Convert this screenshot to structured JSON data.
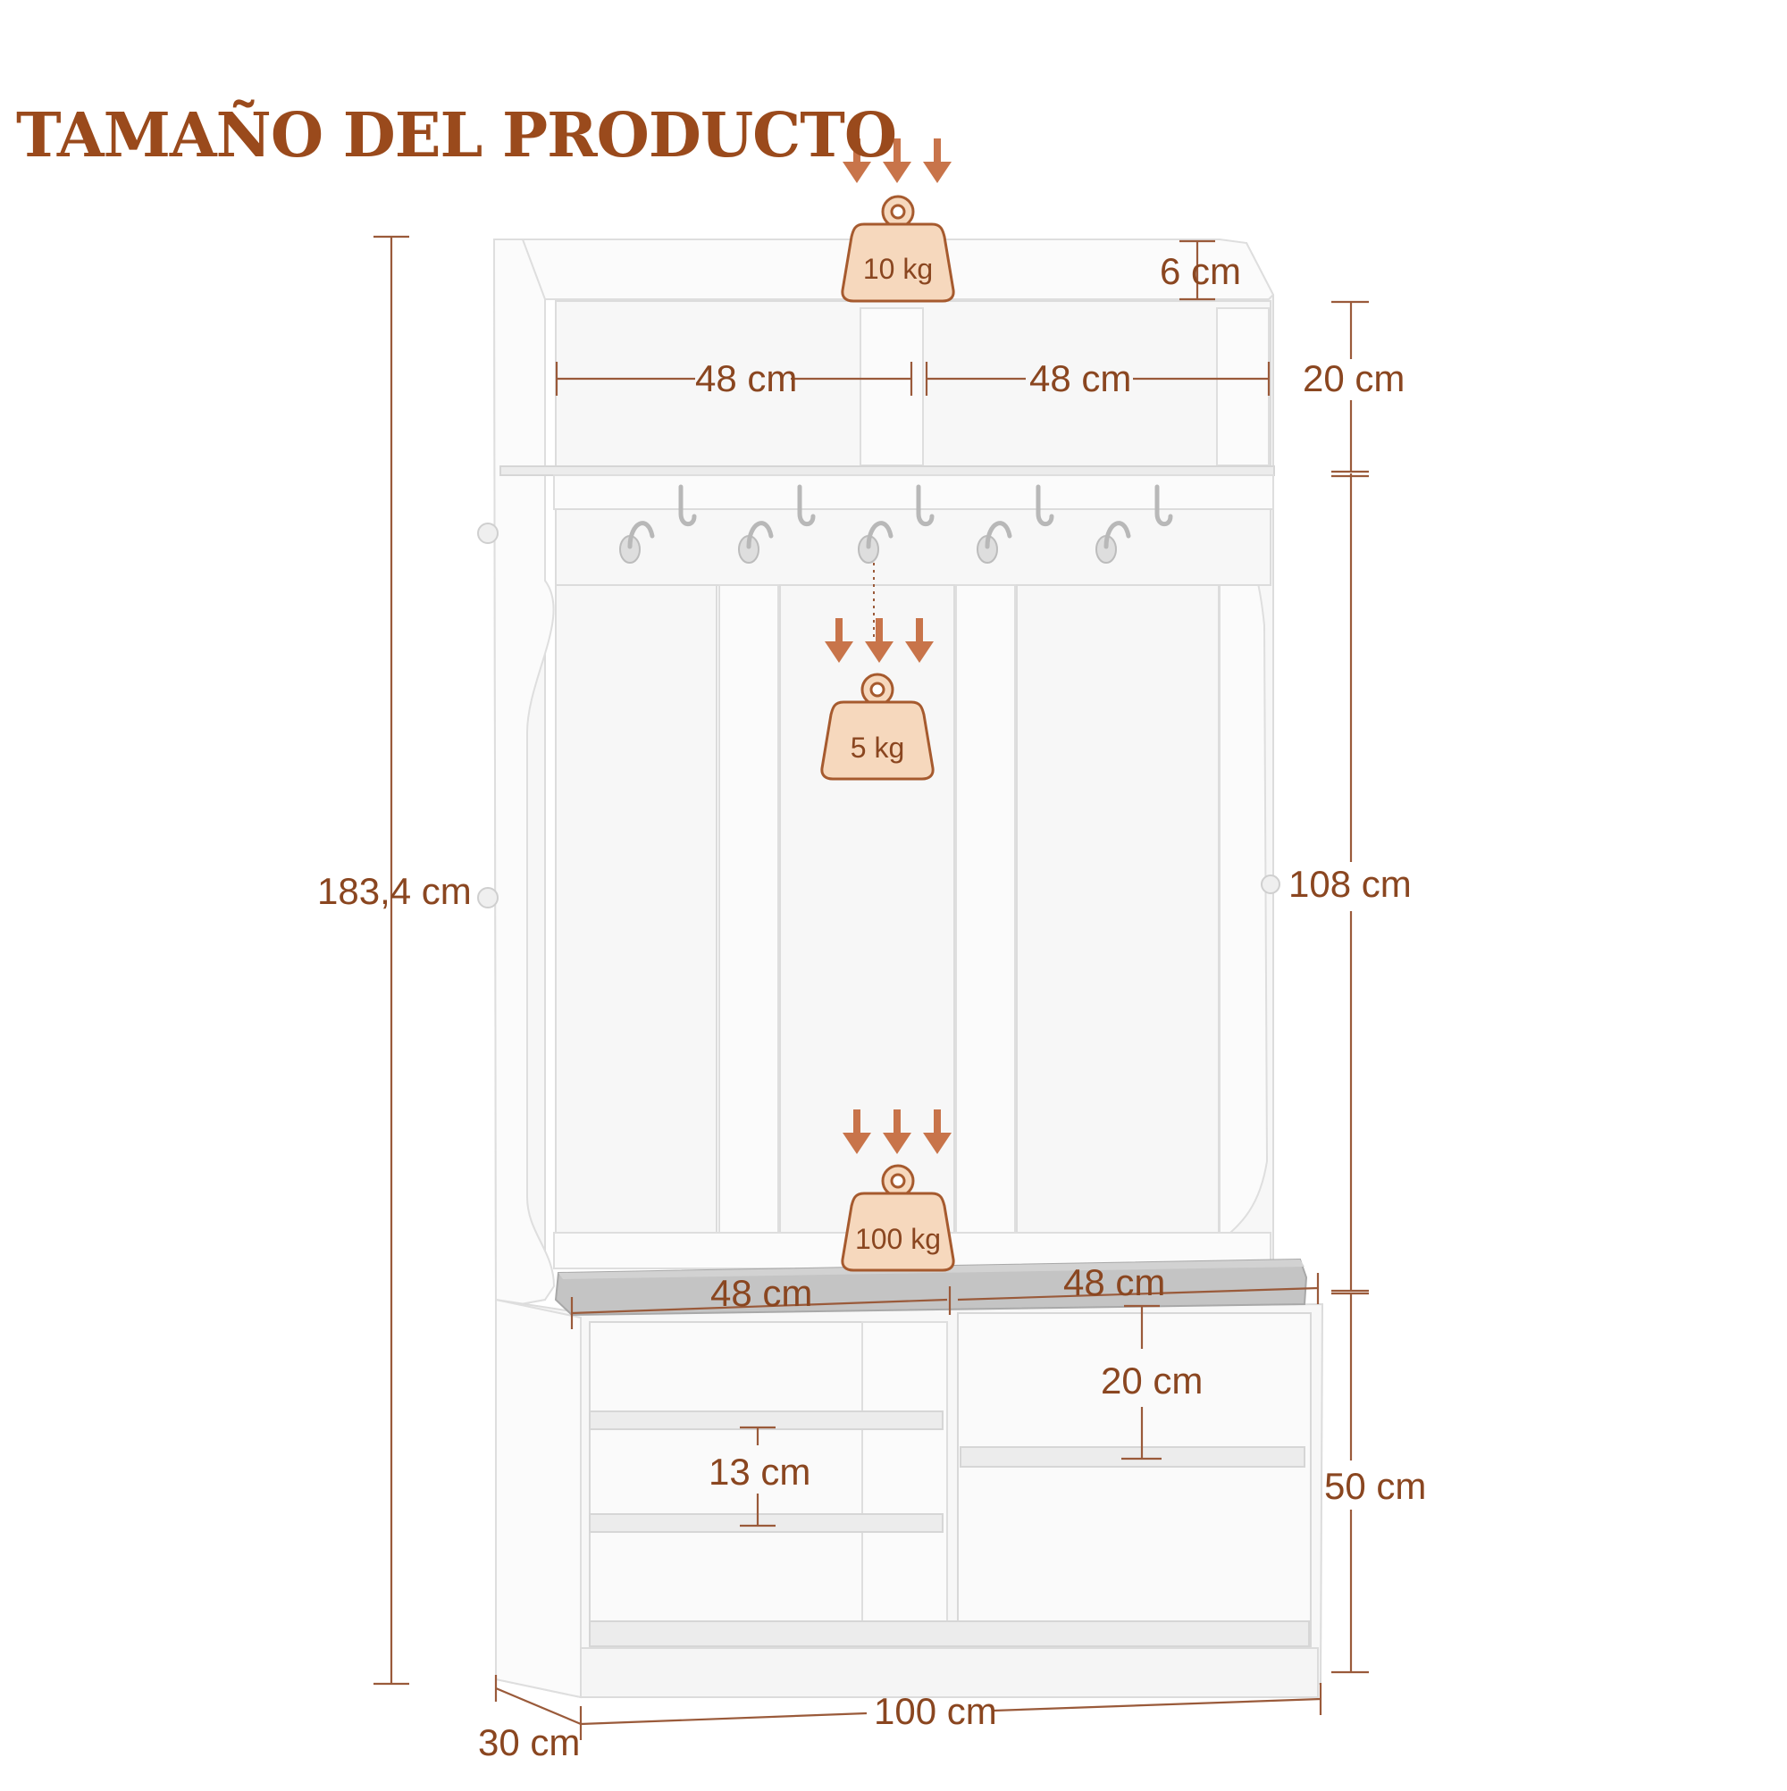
{
  "title": "TAMAÑO DEL PRODUCTO",
  "dimensions": {
    "total_height": "183,4 cm",
    "top_thickness": "6 cm",
    "top_left_width": "48 cm",
    "top_right_width": "48 cm",
    "top_shelf_height": "20 cm",
    "middle_height": "108 cm",
    "bench_left_width": "48 cm",
    "bench_right_width": "48 cm",
    "right_shelf_height": "20 cm",
    "left_shelf_height": "13 cm",
    "bench_height": "50 cm",
    "total_width": "100 cm",
    "depth": "30 cm"
  },
  "weights": {
    "top": "10 kg",
    "hooks": "5 kg",
    "bench": "100 kg"
  },
  "colors": {
    "accent": "#9a4a1c",
    "weight_fill": "#f6d8bd",
    "arrow": "#c8744a",
    "cushion": "#bdbdbd"
  },
  "icons": [
    "weight-icon",
    "down-arrow-icon"
  ]
}
